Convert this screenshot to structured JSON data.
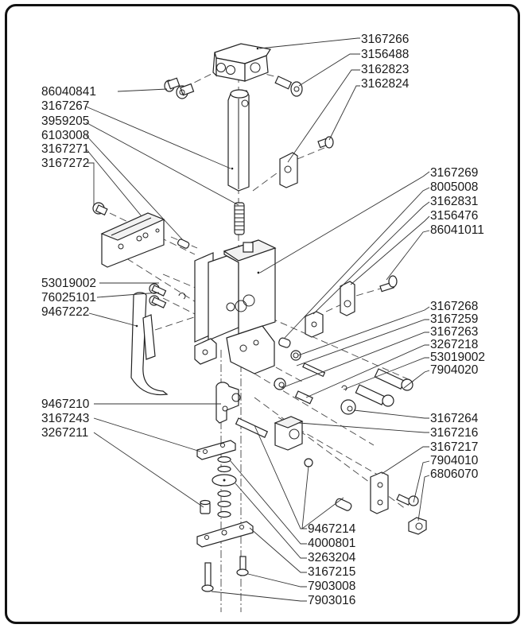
{
  "diagram": {
    "title": "",
    "type": "exploded-parts-assembly",
    "callouts_right": [
      {
        "id": "r1",
        "part_number": "3167266"
      },
      {
        "id": "r2",
        "part_number": "3156488"
      },
      {
        "id": "r3",
        "part_number": "3162823"
      },
      {
        "id": "r4",
        "part_number": "3162824"
      },
      {
        "id": "r5",
        "part_number": "3167269"
      },
      {
        "id": "r6",
        "part_number": "8005008"
      },
      {
        "id": "r7",
        "part_number": "3162831"
      },
      {
        "id": "r8",
        "part_number": "3156476"
      },
      {
        "id": "r9",
        "part_number": "86041011"
      },
      {
        "id": "r10",
        "part_number": "3167268"
      },
      {
        "id": "r11",
        "part_number": "3167259"
      },
      {
        "id": "r12",
        "part_number": "3167263"
      },
      {
        "id": "r13",
        "part_number": "3267218"
      },
      {
        "id": "r14",
        "part_number": "53019002"
      },
      {
        "id": "r15",
        "part_number": "7904020"
      },
      {
        "id": "r16",
        "part_number": "3167264"
      },
      {
        "id": "r17",
        "part_number": "3167216"
      },
      {
        "id": "r18",
        "part_number": "3167217"
      },
      {
        "id": "r19",
        "part_number": "7904010"
      },
      {
        "id": "r20",
        "part_number": "6806070"
      }
    ],
    "callouts_left": [
      {
        "id": "l1",
        "part_number": "86040841"
      },
      {
        "id": "l2",
        "part_number": "3167267"
      },
      {
        "id": "l3",
        "part_number": "3959205"
      },
      {
        "id": "l4",
        "part_number": "6103008"
      },
      {
        "id": "l5",
        "part_number": "3167271"
      },
      {
        "id": "l6",
        "part_number": "3167272"
      },
      {
        "id": "l7",
        "part_number": "53019002"
      },
      {
        "id": "l8",
        "part_number": "76025101"
      },
      {
        "id": "l9",
        "part_number": "9467222"
      },
      {
        "id": "l10",
        "part_number": "9467210"
      },
      {
        "id": "l11",
        "part_number": "3167243"
      },
      {
        "id": "l12",
        "part_number": "3267211"
      }
    ],
    "callouts_bottom": [
      {
        "id": "b1",
        "part_number": "9467214"
      },
      {
        "id": "b2",
        "part_number": "4000801"
      },
      {
        "id": "b3",
        "part_number": "3263204"
      },
      {
        "id": "b4",
        "part_number": "3167215"
      },
      {
        "id": "b5",
        "part_number": "7903008"
      },
      {
        "id": "b6",
        "part_number": "7903016"
      }
    ]
  }
}
